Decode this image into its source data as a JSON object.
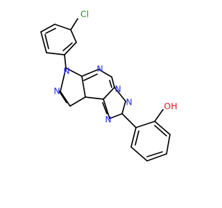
{
  "molecule": {
    "atoms": {
      "cl": "Cl",
      "oh": "OH",
      "n_pyrazole_1": "N",
      "n_pyrazole_2": "N",
      "n_pyrimidine": "N",
      "n_bridgehead": "N",
      "n_triazole_1": "N",
      "n_triazole_2": "N"
    },
    "colors": {
      "bond": "#000000",
      "nitrogen": "#1f2cf2",
      "oxygen": "#e0131a",
      "chlorine": "#1f9a13"
    }
  }
}
